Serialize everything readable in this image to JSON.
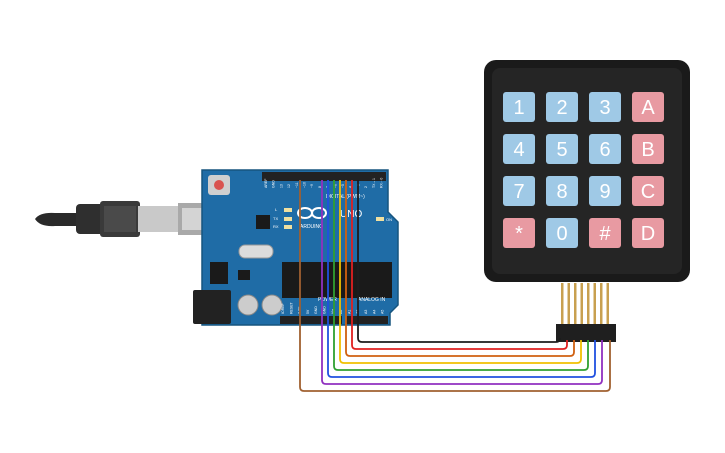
{
  "board": {
    "brand_short": "∞",
    "model_label": "UNO",
    "brand_text": "ARDUINO",
    "digital_label": "DIGITAL (PWM~)",
    "power_label": "POWER",
    "analog_label": "ANALOG IN",
    "on_label": "ON",
    "tx_label": "TX",
    "rx_label": "RX",
    "l_label": "L",
    "header_top_labels": [
      "AREF",
      "GND",
      "13",
      "12",
      "~11",
      "~10",
      "~9",
      "8",
      "7",
      "~6",
      "~5",
      "4",
      "~3",
      "2",
      "TX→1",
      "RX←0"
    ],
    "header_bottom_labels": [
      "IOREF",
      "RESET",
      "3.3V",
      "5V",
      "GND",
      "GND",
      "Vin",
      "A0",
      "A1",
      "A2",
      "A3",
      "A4",
      "A5"
    ]
  },
  "keypad": {
    "keys": [
      {
        "label": "1",
        "kind": "num"
      },
      {
        "label": "2",
        "kind": "num"
      },
      {
        "label": "3",
        "kind": "num"
      },
      {
        "label": "A",
        "kind": "letter"
      },
      {
        "label": "4",
        "kind": "num"
      },
      {
        "label": "5",
        "kind": "num"
      },
      {
        "label": "6",
        "kind": "num"
      },
      {
        "label": "B",
        "kind": "letter"
      },
      {
        "label": "7",
        "kind": "num"
      },
      {
        "label": "8",
        "kind": "num"
      },
      {
        "label": "9",
        "kind": "num"
      },
      {
        "label": "C",
        "kind": "letter"
      },
      {
        "label": "*",
        "kind": "letter"
      },
      {
        "label": "0",
        "kind": "num"
      },
      {
        "label": "#",
        "kind": "letter"
      },
      {
        "label": "D",
        "kind": "letter"
      }
    ]
  },
  "wires": [
    {
      "color": "#1c1c1c"
    },
    {
      "color": "#e02020"
    },
    {
      "color": "#d06010"
    },
    {
      "color": "#f0c000"
    },
    {
      "color": "#30a030"
    },
    {
      "color": "#2050e0"
    },
    {
      "color": "#9030c0"
    },
    {
      "color": "#a06030"
    }
  ],
  "colors": {
    "board": "#1f6ca6",
    "num_key": "#9fc9e6",
    "letter_key": "#e89aa2",
    "keypad_body": "#1a1a1a"
  }
}
